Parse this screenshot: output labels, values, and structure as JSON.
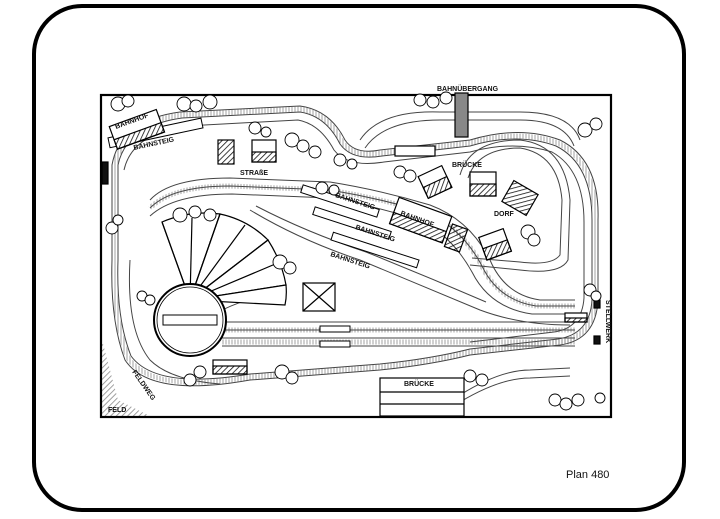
{
  "plan": {
    "caption": "Plan 480",
    "labels": {
      "bahnuebergang": "BAHNÜBERGANG",
      "bahnhof_left": "BAHNHOF",
      "bahnsteig_left": "BAHNSTEIG",
      "strasse": "STRAßE",
      "bruecke_top": "BRÜCKE",
      "bahnsteig_mid1": "BAHNSTEIG",
      "bahnhof_mid": "BAHNHOF",
      "dorf": "DORF",
      "bahnsteig_mid2": "BAHNSTEIG",
      "bahnsteig_mid3": "BAHNSTEIG",
      "stellwerk": "STELLWERK",
      "bruecke_bottom": "BRÜCKE",
      "feldweg": "FELDWEG",
      "feld": "FELD"
    }
  }
}
